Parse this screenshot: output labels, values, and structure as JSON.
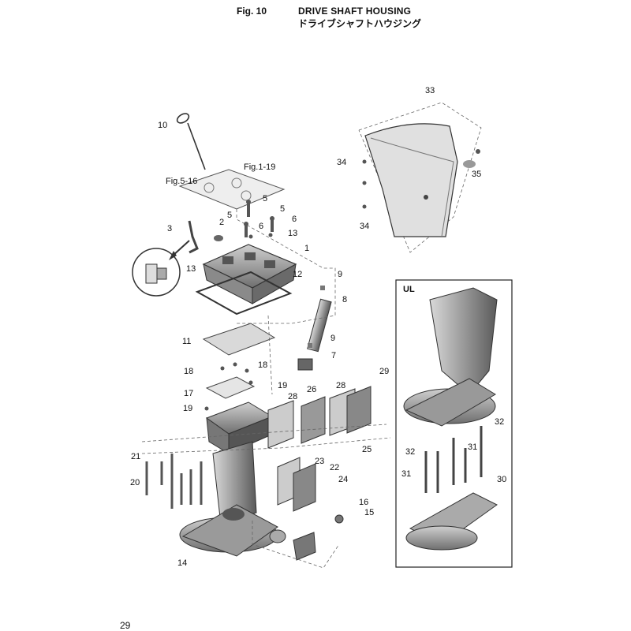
{
  "header": {
    "fig_number": "Fig. 10",
    "title": "DRIVE SHAFT HOUSING",
    "title_jp": "ドライブシャフトハウジング"
  },
  "references": {
    "fig_1_19": "Fig.1-19",
    "fig_5_16": "Fig.5-16"
  },
  "inset_label": "UL",
  "callouts": [
    "10",
    "5",
    "5",
    "5",
    "6",
    "6",
    "13",
    "1",
    "2",
    "3",
    "13",
    "12",
    "9",
    "8",
    "9",
    "7",
    "11",
    "18",
    "18",
    "17",
    "19",
    "19",
    "28",
    "26",
    "28",
    "29",
    "25",
    "23",
    "22",
    "24",
    "21",
    "20",
    "16",
    "15",
    "14",
    "33",
    "34",
    "34",
    "35",
    "32",
    "32",
    "31",
    "31",
    "30"
  ],
  "page_number": "29"
}
